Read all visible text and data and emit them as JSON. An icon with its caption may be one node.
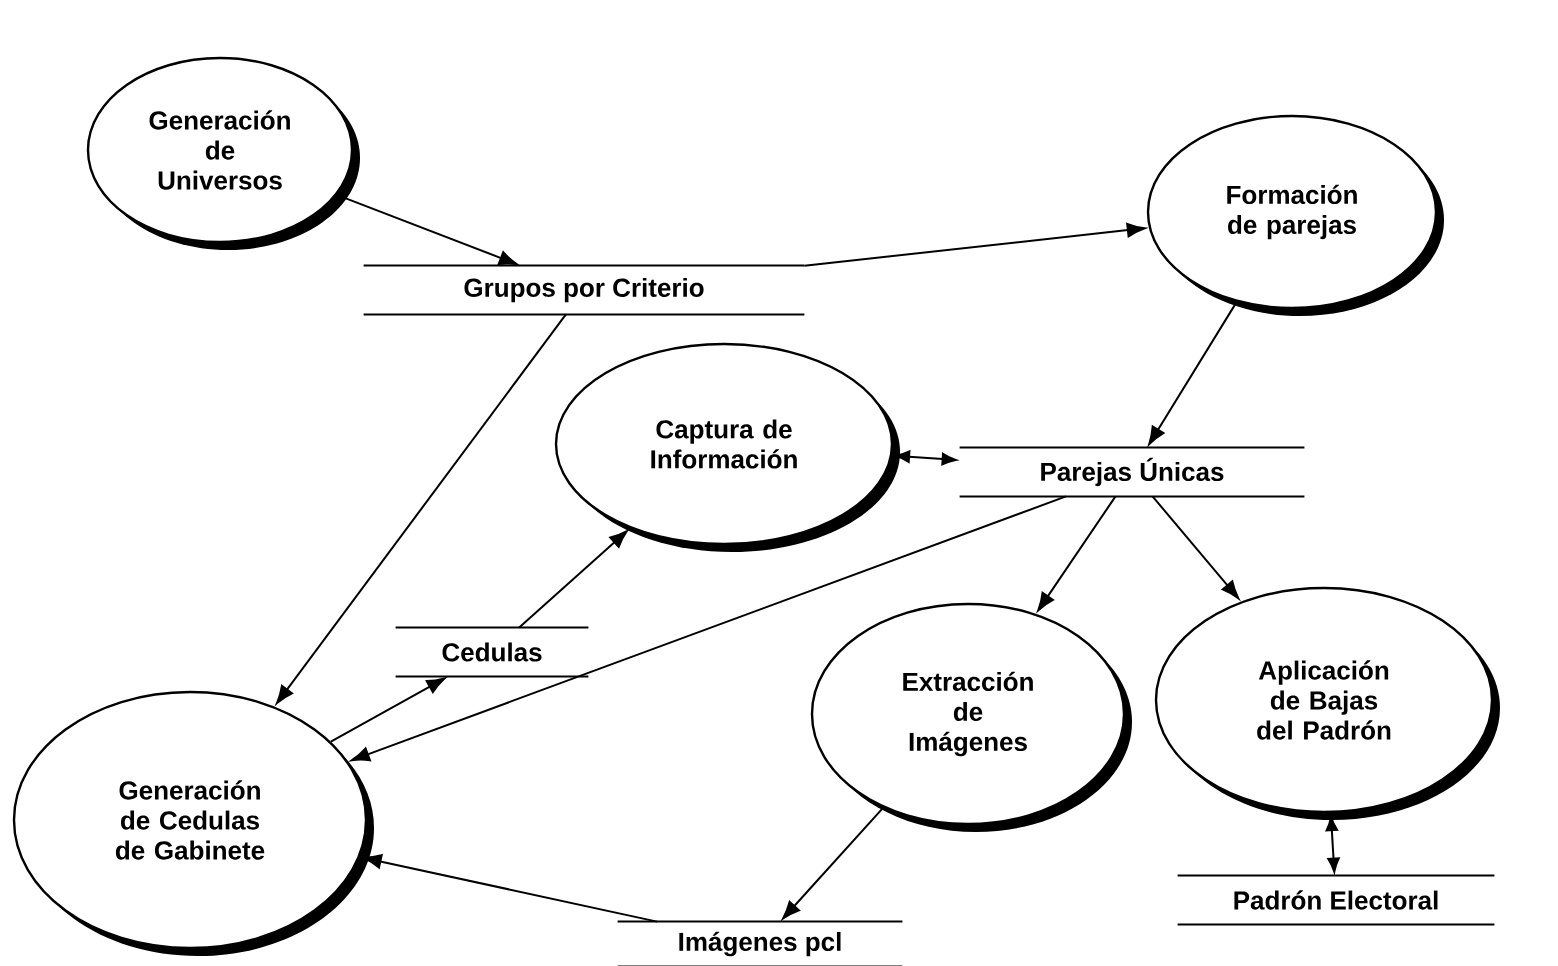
{
  "diagram": {
    "nodes": [
      {
        "text": [
          "Generación de Universos"
        ]
      },
      {
        "text": [
          "Grupos por Criterio"
        ]
      },
      {
        "text": [
          "Formación de parejas"
        ]
      },
      {
        "text": [
          "Captura de Información"
        ]
      },
      {
        "text": [
          "Parejas Únicas"
        ]
      },
      {
        "text": [
          "Cedulas"
        ]
      },
      {
        "text": [
          "Generación de Cedulas de Gabinete"
        ]
      },
      {
        "text": [
          "Extracción de Imágenes"
        ]
      },
      {
        "text": [
          "Aplicación de Bajas del Padrón"
        ]
      },
      {
        "text": [
          "Imágenes pcl"
        ]
      },
      {
        "text": [
          "Padrón Electoral"
        ]
      }
    ],
    "edges": [
      {
        "from": 0,
        "to": 1,
        "arrow": "to"
      },
      {
        "from": 1,
        "to": 2,
        "arrow": "to"
      },
      {
        "from": 2,
        "to": 4,
        "arrow": "to"
      },
      {
        "from": 4,
        "to": 3,
        "arrow": "both"
      },
      {
        "from": 1,
        "to": 6,
        "arrow": "to"
      },
      {
        "from": 6,
        "to": 5,
        "arrow": "to"
      },
      {
        "from": 5,
        "to": 3,
        "arrow": "to"
      },
      {
        "from": 4,
        "to": 6,
        "arrow": "to"
      },
      {
        "from": 4,
        "to": 7,
        "arrow": "to"
      },
      {
        "from": 4,
        "to": 8,
        "arrow": "to"
      },
      {
        "from": 7,
        "to": 9,
        "arrow": "to"
      },
      {
        "from": 9,
        "to": 6,
        "arrow": "to"
      },
      {
        "from": 8,
        "to": 10,
        "arrow": "both"
      }
    ]
  }
}
